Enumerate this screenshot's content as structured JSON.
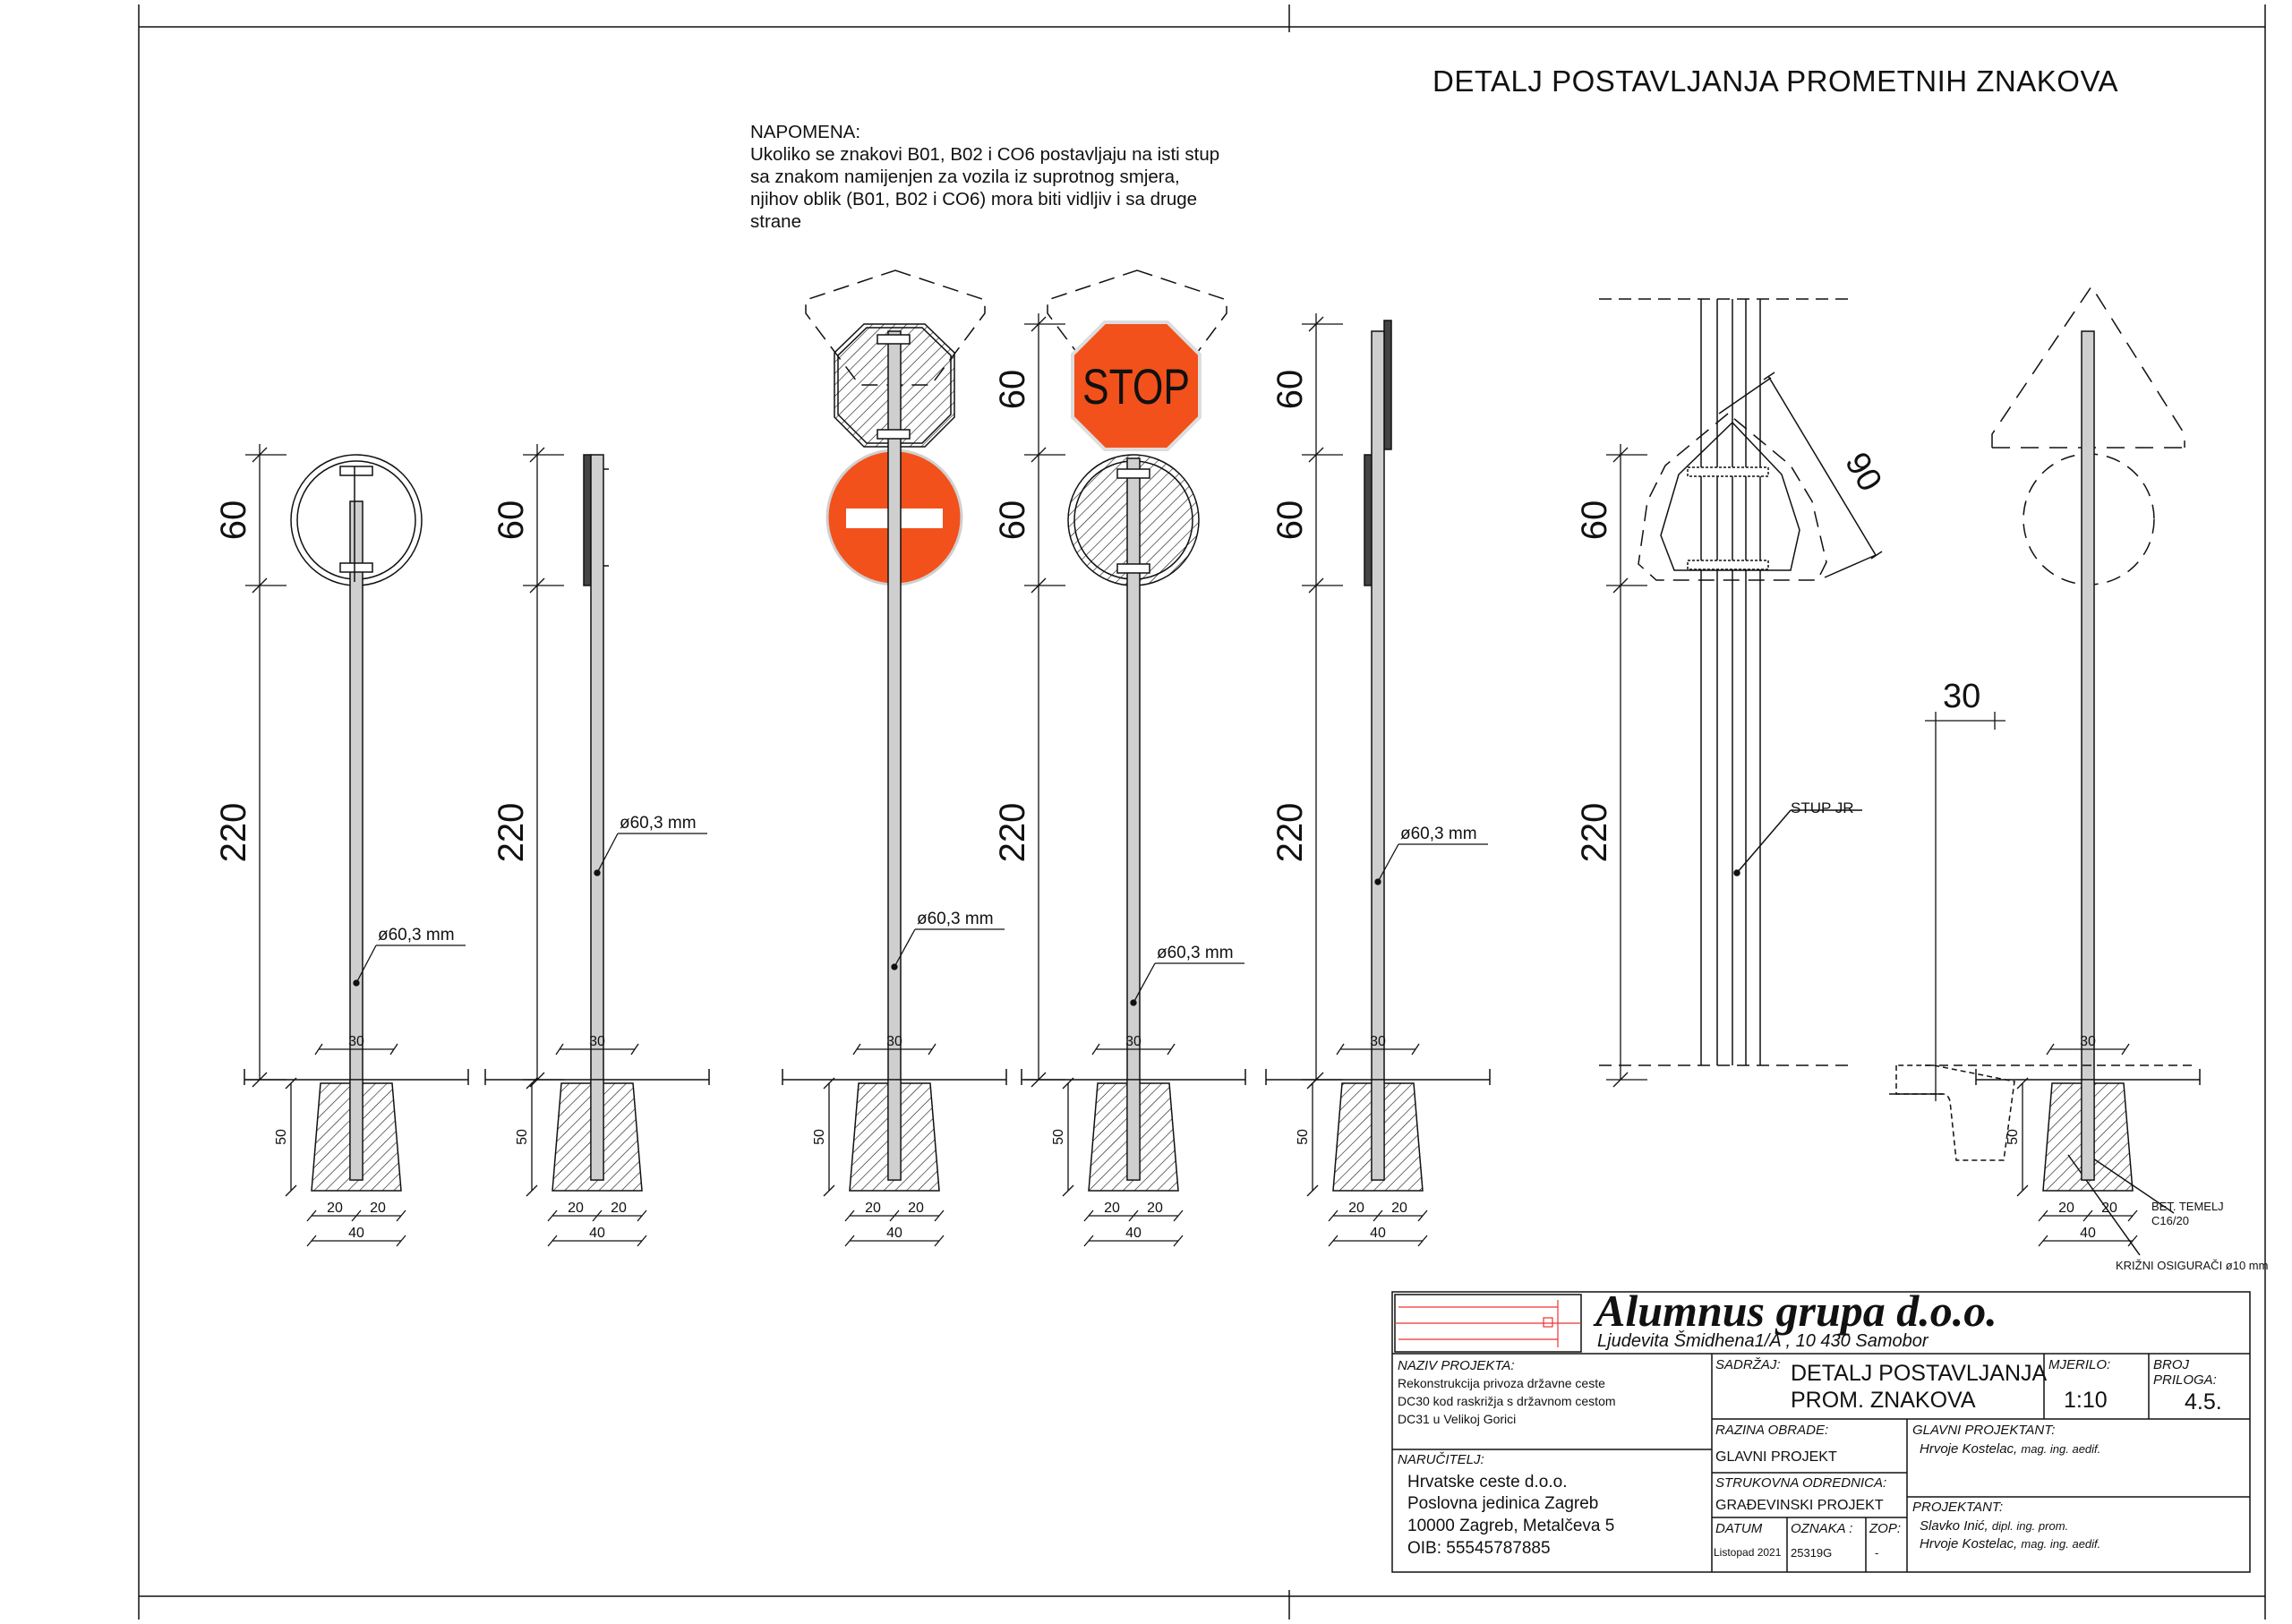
{
  "title": "DETALJ POSTAVLJANJA PROMETNIH ZNAKOVA",
  "note": {
    "heading": "NAPOMENA:",
    "lines": [
      "Ukoliko se znakovi B01, B02 i CO6 postavljaju na isti stup",
      "sa znakom namijenjen  za vozila iz suprotnog smjera,",
      "njihov oblik (B01, B02 i CO6) mora biti vidljiv i sa druge",
      "strane"
    ]
  },
  "dimensions": {
    "sign_height": "60",
    "pole_height": "220",
    "pole_diameter": "ø60,3  mm",
    "base_width_top": "30",
    "foundation_depth": "50",
    "foundation_halves": [
      "20",
      "20"
    ],
    "foundation_width": "40",
    "triangle_side": "90",
    "offset": "30"
  },
  "labels": {
    "stop": "STOP",
    "stup": "STUP  JR",
    "bet_temelj": [
      "BET.  TEMELJ",
      "C16/20"
    ],
    "krizni": "KRIŽNI  OSIGURAČI  ø10  mm"
  },
  "colors": {
    "sign_red": "#f2511b",
    "line": "#111111",
    "pole_fill": "#cfcfcf"
  },
  "title_block": {
    "company": "Alumnus grupa    d.o.o.",
    "address": "Ljudevita Šmidhena1/A ,  10 430 Samobor",
    "naziv_label": "NAZIV PROJEKTA:",
    "naziv_lines": [
      "Rekonstrukcija privoza državne ceste",
      "DC30 kod raskrižja s državnom cestom",
      "DC31 u Velikoj Gorici"
    ],
    "narucitelj_label": "NARUČITELJ:",
    "narucitelj_lines": [
      "Hrvatske ceste d.o.o.",
      "Poslovna jedinica Zagreb",
      "10000 Zagreb, Metalčeva 5",
      "OIB: 55545787885"
    ],
    "sadrzaj_label": "SADRŽAJ:",
    "sadrzaj_lines": [
      "DETALJ POSTAVLJANJA",
      "PROM. ZNAKOVA"
    ],
    "mjerilo_label": "MJERILO:",
    "mjerilo": "1:10",
    "broj_label": [
      "BROJ",
      "PRILOGA:"
    ],
    "broj": "4.5.",
    "razina_label": "RAZINA OBRADE:",
    "razina": "GLAVNI PROJEKT",
    "strukovna_label": "STRUKOVNA ODREDNICA:",
    "strukovna": "GRAĐEVINSKI PROJEKT",
    "datum_label": "DATUM",
    "datum": "Listopad 2021",
    "oznaka_label": "OZNAKA :",
    "oznaka": "25319G",
    "zop_label": "ZOP:",
    "zop": "-",
    "glavni_label": "GLAVNI PROJEKTANT:",
    "glavni_name": "Hrvoje Kostelac,",
    "glavni_title": "mag. ing. aedif.",
    "projektant_label": "PROJEKTANT:",
    "projektant_1_name": "Slavko Inić,",
    "projektant_1_title": "dipl. ing. prom.",
    "projektant_2_name": "Hrvoje Kostelac,",
    "projektant_2_title": "mag. ing. aedif."
  }
}
